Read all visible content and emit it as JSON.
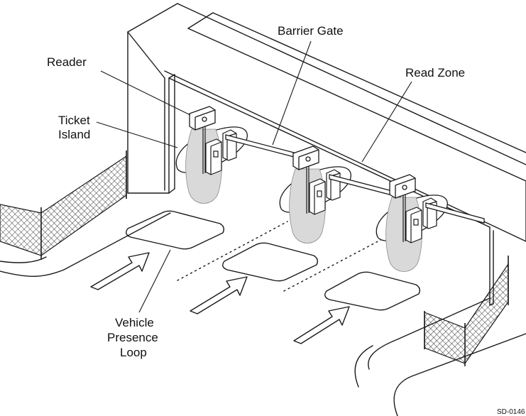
{
  "labels": {
    "reader": "Reader",
    "ticket_island_line1": "Ticket",
    "ticket_island_line2": "Island",
    "barrier_gate": "Barrier Gate",
    "read_zone": "Read Zone",
    "vehicle_line1": "Vehicle",
    "vehicle_line2": "Presence",
    "vehicle_line3": "Loop",
    "figure_id": "SD-0146"
  },
  "colors": {
    "stroke": "#1a1a1a",
    "read_zone_fill": "#d9d9d9",
    "device_fill": "#ffffff",
    "fence_mesh": "#222222"
  }
}
